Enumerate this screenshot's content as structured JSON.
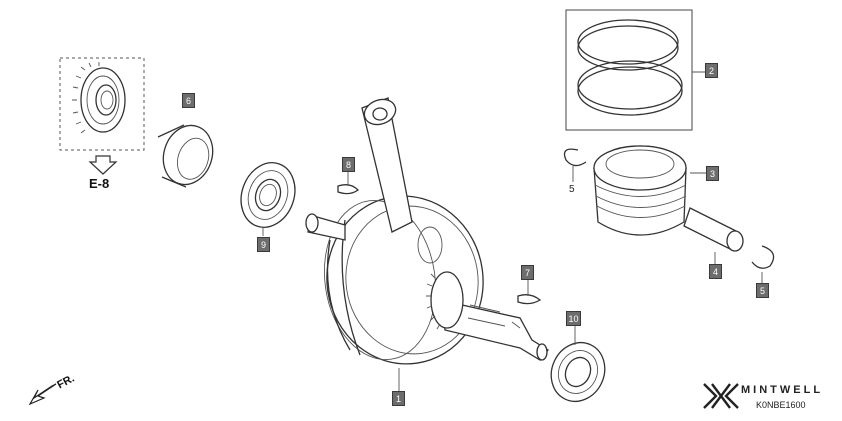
{
  "diagram": {
    "callouts": {
      "c1": "1",
      "c2": "2",
      "c3": "3",
      "c4": "4",
      "c5a": "5",
      "c5b": "5",
      "c6": "6",
      "c7": "7",
      "c8": "8",
      "c9": "9",
      "c10": "10"
    },
    "reference_label": "E-8",
    "direction_label": "FR."
  },
  "brand": {
    "name": "MINTWELL",
    "code": "K0NBE1600"
  }
}
